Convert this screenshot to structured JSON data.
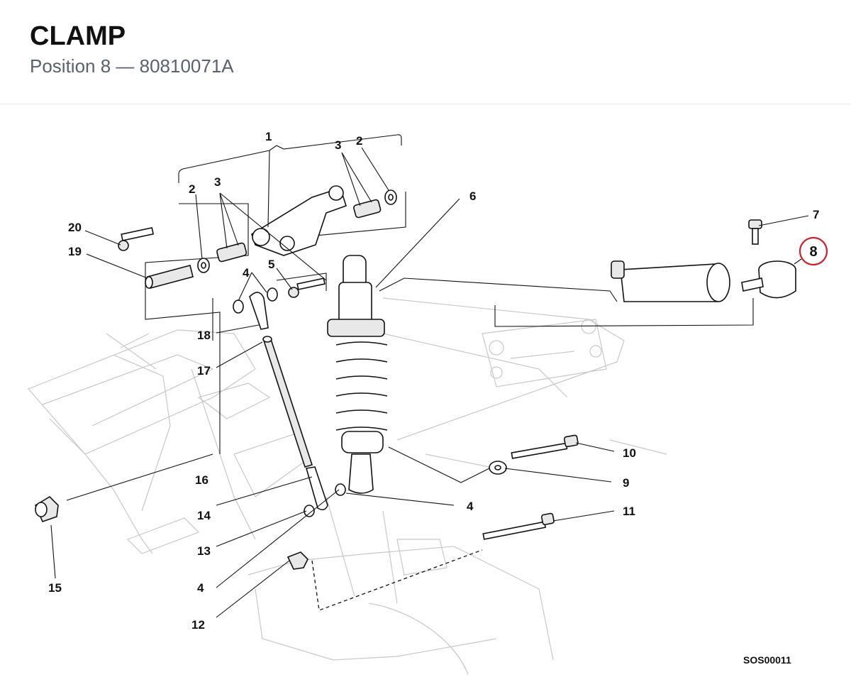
{
  "header": {
    "title": "CLAMP",
    "subtitle": "Position 8 — 80810071A"
  },
  "diagram": {
    "drawing_code": "SOS00011",
    "highlight_color": "#d0202a",
    "highlighted_label": "8",
    "labels": {
      "l1": "1",
      "l2a": "2",
      "l2b": "2",
      "l3a": "3",
      "l3b": "3",
      "l4a": "4",
      "l4b": "4",
      "l4c": "4",
      "l5": "5",
      "l6": "6",
      "l7": "7",
      "l9": "9",
      "l10": "10",
      "l11": "11",
      "l12": "12",
      "l13": "13",
      "l14": "14",
      "l15": "15",
      "l16": "16",
      "l17": "17",
      "l18": "18",
      "l19": "19",
      "l20": "20"
    }
  }
}
